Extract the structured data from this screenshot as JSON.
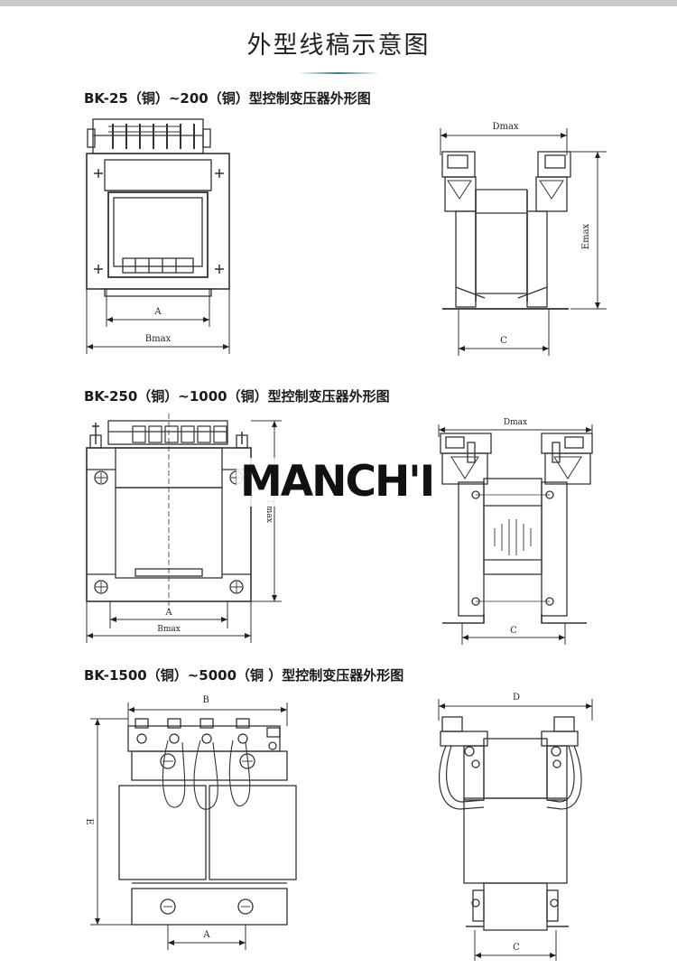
{
  "page_title": "外型线稿示意图",
  "brand": "MANCH'I",
  "colors": {
    "accent": "#2f7f86",
    "line": "#333333",
    "top_bar": "#c9c9c9"
  },
  "sections": [
    {
      "heading": "BK-25（铜）~200（铜）型控制变压器外形图",
      "front": {
        "dim_inner": "A",
        "dim_outer": "Bmax"
      },
      "side": {
        "dim_top": "Dmax",
        "dim_height": "Emax",
        "dim_bottom": "C"
      }
    },
    {
      "heading": "BK-250（铜）~1000（铜）型控制变压器外形图",
      "front": {
        "dim_inner": "A",
        "dim_outer": "Bmax",
        "dim_height": "Emax"
      },
      "side": {
        "dim_top": "Dmax",
        "dim_bottom": "C"
      }
    },
    {
      "heading": "BK-1500（铜）~5000（铜 ）型控制变压器外形图",
      "front": {
        "dim_top": "B",
        "dim_height": "E",
        "dim_bottom": "A"
      },
      "side": {
        "dim_top": "D",
        "dim_bottom": "C"
      }
    }
  ]
}
